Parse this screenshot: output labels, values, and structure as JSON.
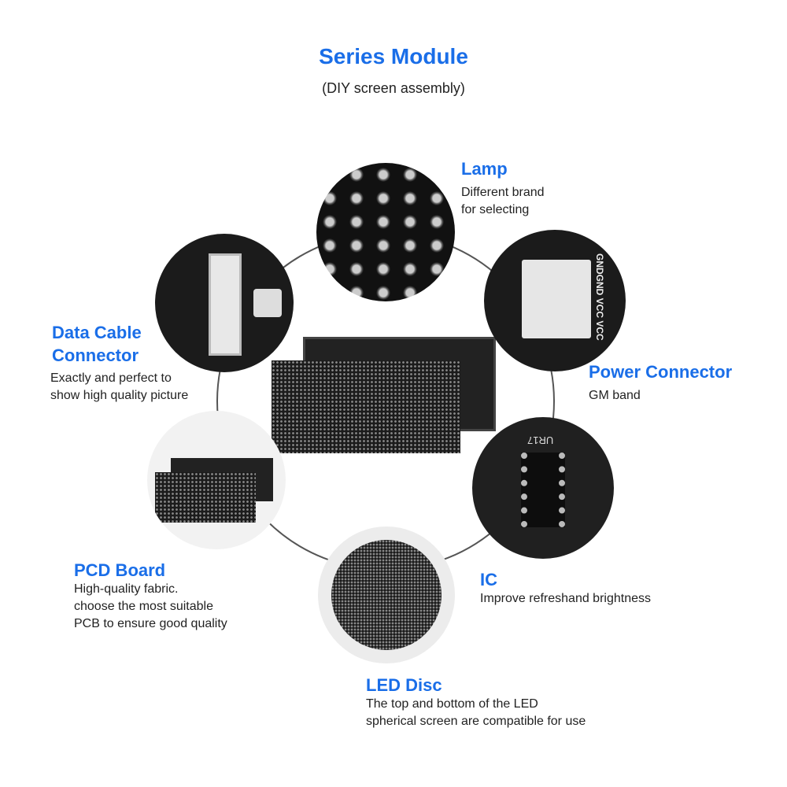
{
  "header": {
    "title": "Series Module",
    "subtitle": "(DIY screen assembly)"
  },
  "features": [
    {
      "title": "Lamp",
      "desc": [
        "Different brand",
        "for selecting"
      ]
    },
    {
      "title": "Data Cable",
      "title2": "Connector",
      "desc": [
        "Exactly and perfect to",
        "show high quality picture"
      ]
    },
    {
      "title": "Power Connector",
      "desc": [
        "GM band"
      ]
    },
    {
      "title": "PCD Board",
      "desc": [
        "High-quality fabric.",
        "choose the most suitable",
        "PCB to ensure good quality"
      ]
    },
    {
      "title": "IC",
      "desc": [
        "Improve refreshand brightness"
      ]
    },
    {
      "title": "LED Disc",
      "desc": [
        "The top and bottom of the LED",
        "spherical screen are compatible for use"
      ]
    }
  ],
  "photo_labels": {
    "power": "GNDGND VCC VCC",
    "ic": "UR17"
  },
  "colors": {
    "accent": "#1a6ee8"
  }
}
